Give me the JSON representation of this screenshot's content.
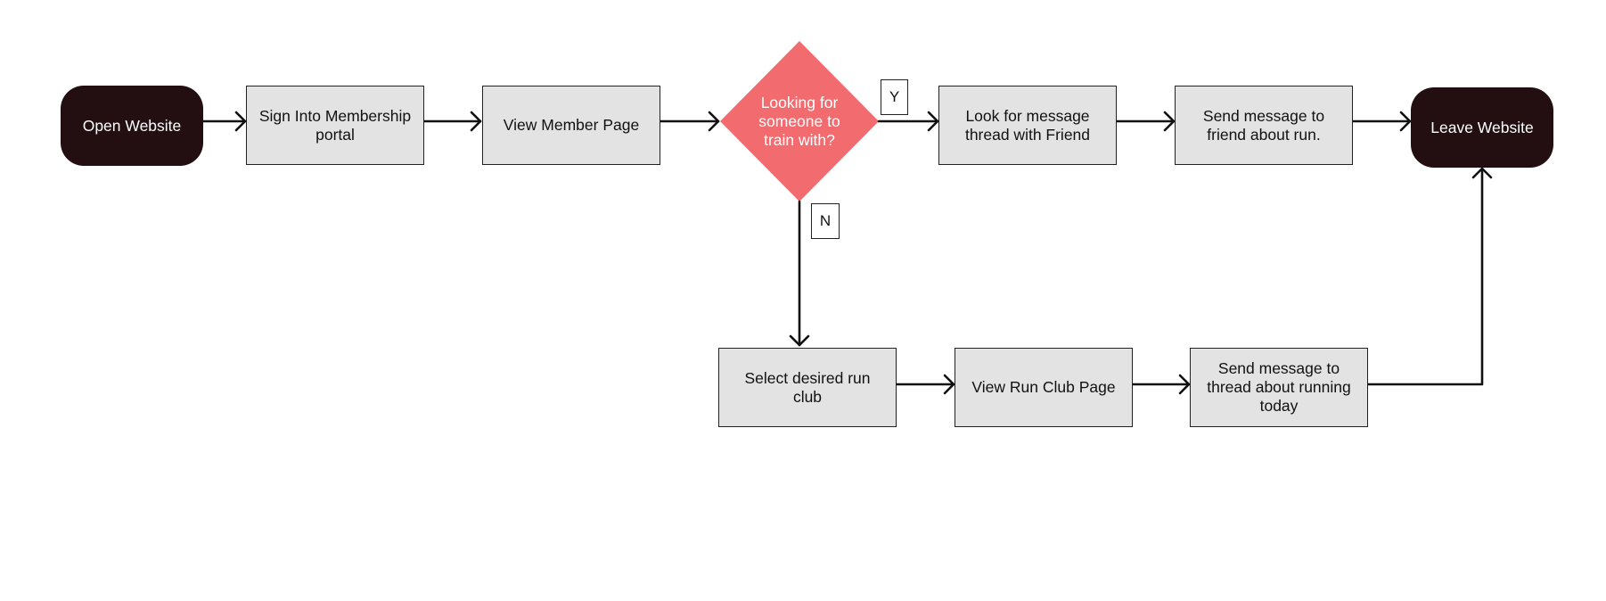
{
  "diagram": {
    "colors": {
      "terminal_fill": "#230e12",
      "process_fill": "#e3e3e3",
      "decision_fill": "#f26b6e",
      "connector": "#111111"
    },
    "nodes": {
      "open_website": "Open Website",
      "sign_into_portal": "Sign Into Membership portal",
      "view_member_page": "View Member Page",
      "decision": "Looking for someone to train with?",
      "look_for_thread": "Look for message thread with Friend",
      "send_message_friend": "Send message to friend about run.",
      "leave_website": "Leave Website",
      "select_run_club": "Select desired run club",
      "view_run_club_page": "View Run Club Page",
      "send_message_thread": "Send message to thread about running today"
    },
    "edge_labels": {
      "yes": "Y",
      "no": "N"
    }
  }
}
